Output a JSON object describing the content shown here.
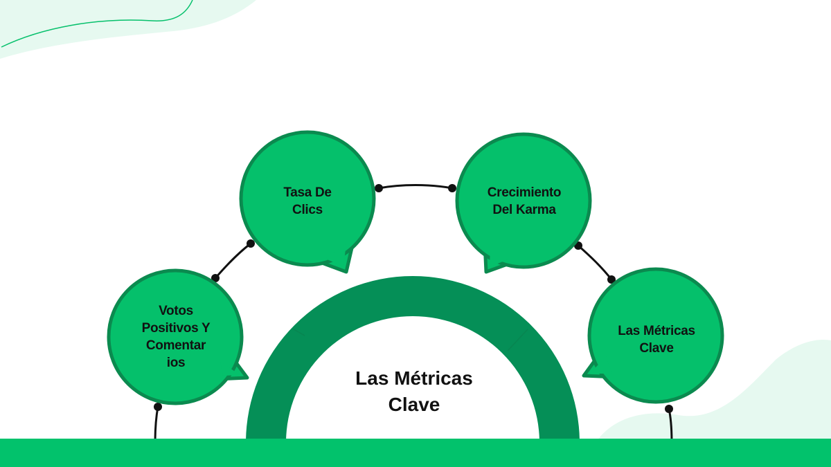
{
  "center": {
    "line1": "Las Métricas",
    "line2": "Clave"
  },
  "nodes": [
    {
      "id": "votos",
      "lines": [
        "Votos",
        "Positivos Y",
        "Comentar",
        "ios"
      ]
    },
    {
      "id": "tasa",
      "lines": [
        "Tasa De",
        "Clics"
      ]
    },
    {
      "id": "karma",
      "lines": [
        "Crecimiento",
        "Del Karma"
      ]
    },
    {
      "id": "metricas",
      "lines": [
        "Las Métricas",
        "Clave"
      ]
    }
  ],
  "colors": {
    "node_fill": "#05c06b",
    "node_stroke": "#0b8a4f",
    "arch": "#058f57",
    "footer_bar": "#02c26c",
    "connector": "#111111",
    "decor": "#e6f9f0"
  }
}
